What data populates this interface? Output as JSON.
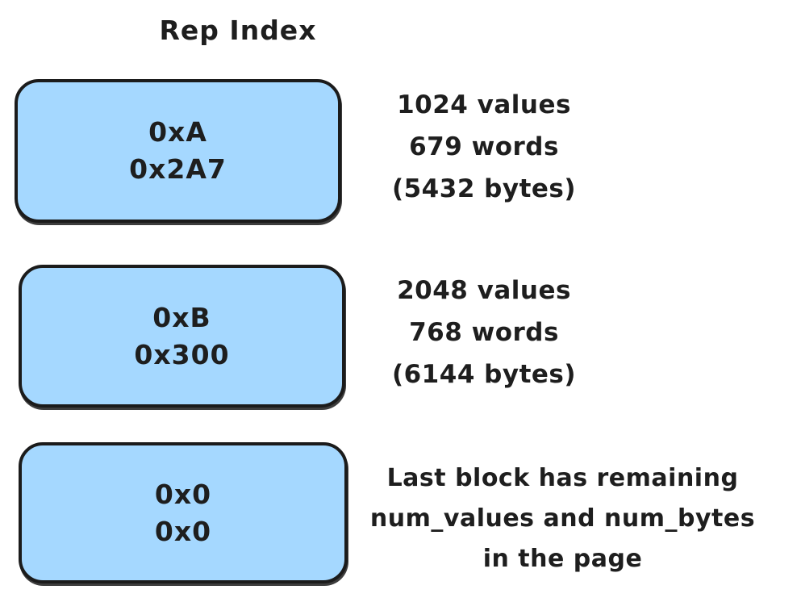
{
  "page": {
    "title": "Rep Index",
    "background": "#ffffff"
  },
  "colors": {
    "block_fill": "#a5d8ff",
    "block_border": "#1b1b1b",
    "text": "#1e1e1e"
  },
  "blocks": [
    {
      "name": "block-a",
      "lines": [
        "0xA",
        "0x2A7"
      ],
      "annotation": [
        "1024 values",
        "679 words",
        "(5432 bytes)"
      ]
    },
    {
      "name": "block-b",
      "lines": [
        "0xB",
        "0x300"
      ],
      "annotation": [
        "2048 values",
        "768 words",
        "(6144 bytes)"
      ]
    },
    {
      "name": "block-last",
      "lines": [
        "0x0",
        "0x0"
      ],
      "annotation": [
        "Last block has remaining",
        "num_values and num_bytes",
        "in the page"
      ]
    }
  ]
}
